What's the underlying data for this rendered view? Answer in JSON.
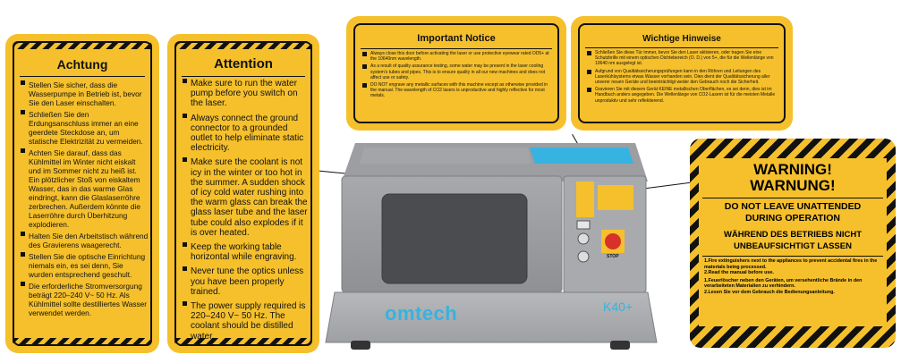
{
  "achtung": {
    "title": "Achtung",
    "items": [
      "Stellen Sie sicher, dass die Wasserpumpe in Betrieb ist, bevor Sie den Laser einschalten.",
      "Schließen Sie den Erdungsanschluss immer an eine geerdete Steckdose an, um statische Elektrizität zu vermeiden.",
      "Achten Sie darauf, dass das Kühlmittel im Winter nicht eiskalt und im Sommer nicht zu heiß ist. Ein plötzlicher Stoß von eiskaltem Wasser, das in das warme Glas eindringt, kann die Glaslaserröhre zerbrechen. Außerdem könnte die Laserröhre durch Überhitzung explodieren.",
      "Halten Sie den Arbeitstisch während des Gravierens waagerecht.",
      "Stellen Sie die optische Einrichtung niemals ein, es sei denn, Sie wurden entsprechend geschult.",
      "Die erforderliche Stromversorgung beträgt 220–240 V~ 50 Hz. Als Kühlmittel sollte destilliertes Wasser verwendet werden."
    ]
  },
  "attention": {
    "title": "Attention",
    "items": [
      "Make sure to run the water pump before you switch on the laser.",
      "Always connect the ground connector to a grounded outlet to help eliminate static electricity.",
      "Make sure the coolant is not icy in the winter or too hot in the summer. A sudden shock of icy cold water rushing into the warm glass can break the glass laser tube and the laser tube could also explodes if it is over heated.",
      "Keep the working table horizontal while engraving.",
      "Never tune the optics unless you have been properly trained.",
      "The power supply required is 220–240 V~ 50 Hz. The coolant should be distilled water."
    ]
  },
  "important": {
    "title": "Important Notice",
    "items": [
      "Always close this door before activating the laser or use protective eyewear rated OD5+ at the 10640nm wavelength.",
      "As a result of quality assurance testing, some water may be present in the laser cooling system's tubes and pipes. This is to ensure quality in all our new machines and does not affect use or safety.",
      "DO NOT engrave any metallic surfaces with this machine except as otherwise provided in the manual. The wavelength of CO2 lasers is unproductive and highly reflective for most metals."
    ]
  },
  "wichtige": {
    "title": "Wichtige Hinweise",
    "items": [
      "Schließen Sie diese Tür immer, bevor Sie den Laser aktivieren, oder tragen Sie eine Schutzbrille mit einem optischen Dichtebereich (O. D.) von 5+, die für die Wellenlänge von 10640 nm ausgelegt ist.",
      "Aufgrund von Qualitätssicherungsprüfungen kann in den Röhren und Leitungen des Laserkühlsystems etwas Wasser vorhanden sein. Dies dient der Qualitätssicherung aller unserer neuen Geräte und beeinträchtigt weder den Gebrauch noch die Sicherheit.",
      "Gravieren Sie mit diesem Gerät KEINE metallischen Oberflächen, es sei denn, dies ist im Handbuch anders angegeben. Die Wellenlänge von CO2-Lasern ist für die meisten Metalle unproduktiv und sehr reflektierend."
    ]
  },
  "warning": {
    "title1": "WARNING!",
    "title2": "WARNUNG!",
    "line1": "DO NOT LEAVE UNATTENDED",
    "line2": "DURING OPERATION",
    "line3": "WÄHREND DES BETRIEBS NICHT",
    "line4": "UNBEAUFSICHTIGT LASSEN",
    "items": [
      "1.Fire extinguishers next to the appliances to prevent accidental fires in the materials being processed.",
      "2.Read the manual before use.",
      "1.Feuerlöscher neben den Geräten, um versehentliche Brände in den verarbeiteten Materialien zu verhindern.",
      "2.Lesen Sie vor dem Gebrauch die Bedienungsanleitung."
    ]
  },
  "machine": {
    "brand": "omtech",
    "model": "K40+",
    "stop_label": "STOP"
  },
  "colors": {
    "label_yellow": "#f5c02c",
    "machine_gray": "#a9abae",
    "accent_blue": "#36b3e0",
    "stop_red": "#d8302a"
  }
}
